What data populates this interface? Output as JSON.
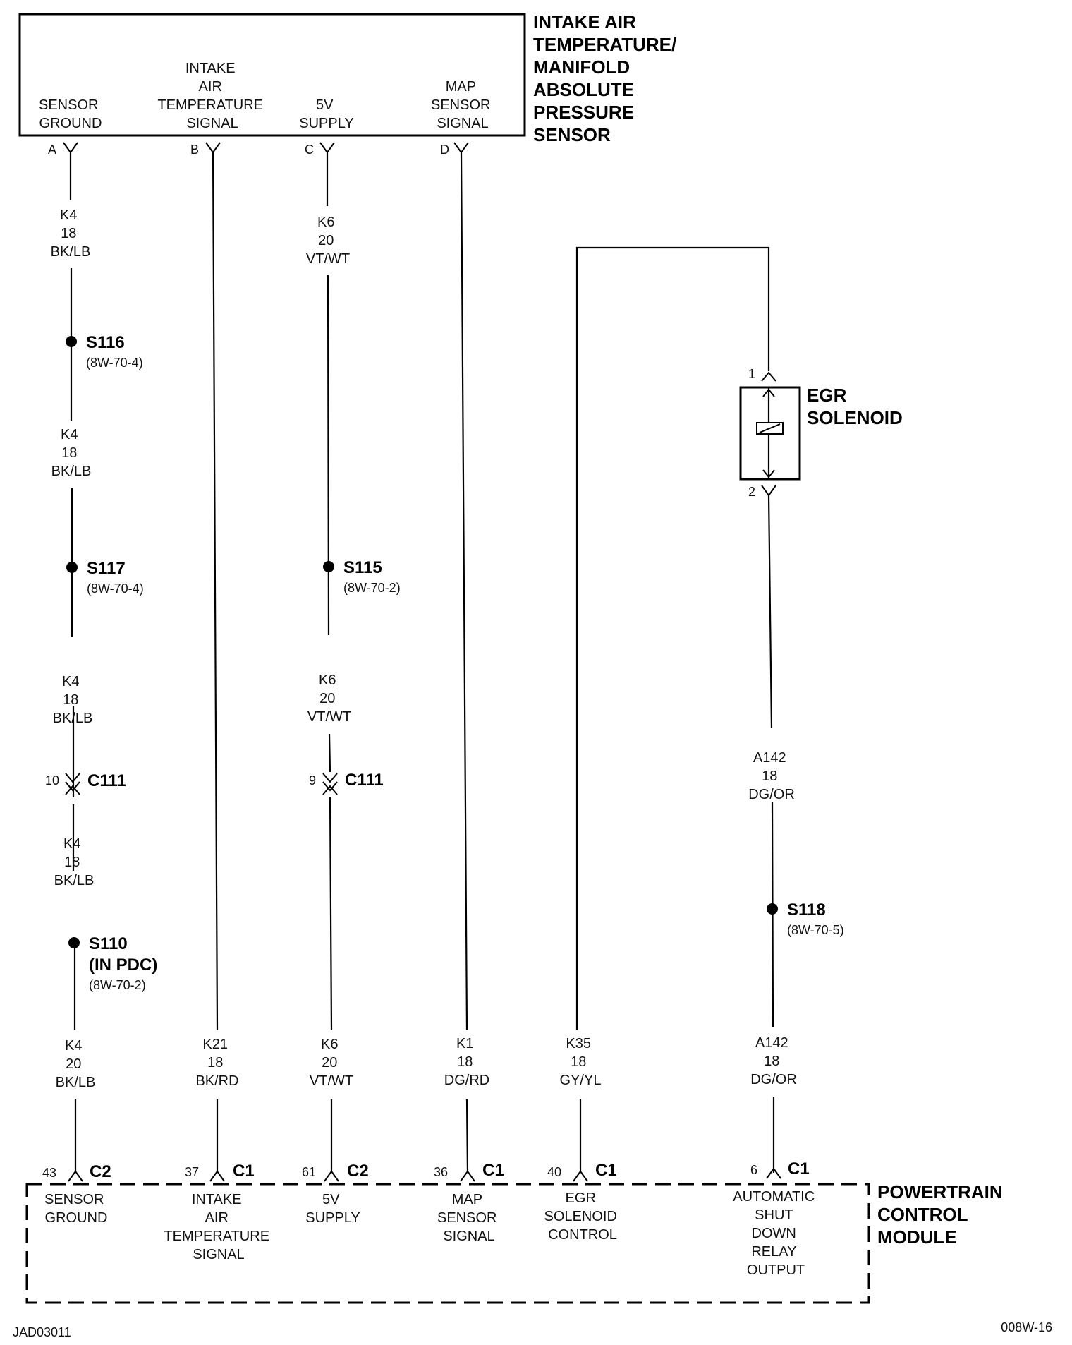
{
  "sensor": {
    "title": [
      "INTAKE AIR",
      "TEMPERATURE/",
      "MANIFOLD",
      "ABSOLUTE",
      "PRESSURE",
      "SENSOR"
    ],
    "pins": [
      {
        "pin": "A",
        "label": [
          "SENSOR",
          "GROUND"
        ]
      },
      {
        "pin": "B",
        "label": [
          "INTAKE",
          "AIR",
          "TEMPERATURE",
          "SIGNAL"
        ]
      },
      {
        "pin": "C",
        "label": [
          "5V",
          "SUPPLY"
        ]
      },
      {
        "pin": "D",
        "label": [
          "MAP",
          "SENSOR",
          "SIGNAL"
        ]
      }
    ]
  },
  "wires": {
    "a1": [
      "K4",
      "18",
      "BK/LB"
    ],
    "a2": [
      "K4",
      "18",
      "BK/LB"
    ],
    "a3": [
      "K4",
      "18",
      "BK/LB"
    ],
    "a4": [
      "K4",
      "18",
      "BK/LB"
    ],
    "a5": [
      "K4",
      "20",
      "BK/LB"
    ],
    "b1": [
      "K21",
      "18",
      "BK/RD"
    ],
    "c1": [
      "K6",
      "20",
      "VT/WT"
    ],
    "c2": [
      "K6",
      "20",
      "VT/WT"
    ],
    "c3": [
      "K6",
      "20",
      "VT/WT"
    ],
    "d1": [
      "K1",
      "18",
      "DG/RD"
    ],
    "e1": [
      "K35",
      "18",
      "GY/YL"
    ],
    "f1": [
      "A142",
      "18",
      "DG/OR"
    ],
    "f2": [
      "A142",
      "18",
      "DG/OR"
    ]
  },
  "splices": {
    "s116": {
      "name": "S116",
      "ref": "(8W-70-4)"
    },
    "s117": {
      "name": "S117",
      "ref": "(8W-70-4)"
    },
    "s115": {
      "name": "S115",
      "ref": "(8W-70-2)"
    },
    "s110": {
      "name": "S110",
      "sub": "(IN PDC)",
      "ref": "(8W-70-2)"
    },
    "s118": {
      "name": "S118",
      "ref": "(8W-70-5)"
    }
  },
  "inline_connectors": {
    "c111a": {
      "pin": "10",
      "name": "C111"
    },
    "c111b": {
      "pin": "9",
      "name": "C111"
    }
  },
  "egr": {
    "title": [
      "EGR",
      "SOLENOID"
    ],
    "pin_top": "1",
    "pin_bottom": "2"
  },
  "pcm": {
    "title": [
      "POWERTRAIN",
      "CONTROL",
      "MODULE"
    ],
    "pins": [
      {
        "pin": "43",
        "conn": "C2",
        "label": [
          "SENSOR",
          "GROUND"
        ]
      },
      {
        "pin": "37",
        "conn": "C1",
        "label": [
          "INTAKE",
          "AIR",
          "TEMPERATURE",
          "SIGNAL"
        ]
      },
      {
        "pin": "61",
        "conn": "C2",
        "label": [
          "5V",
          "SUPPLY"
        ]
      },
      {
        "pin": "36",
        "conn": "C1",
        "label": [
          "MAP",
          "SENSOR",
          "SIGNAL"
        ]
      },
      {
        "pin": "40",
        "conn": "C1",
        "label": [
          "EGR",
          "SOLENOID",
          "CONTROL"
        ]
      },
      {
        "pin": "6",
        "conn": "C1",
        "label": [
          "AUTOMATIC",
          "SHUT",
          "DOWN",
          "RELAY",
          "OUTPUT"
        ]
      }
    ]
  },
  "footer": {
    "left": "JAD03011",
    "right": "008W-16"
  }
}
